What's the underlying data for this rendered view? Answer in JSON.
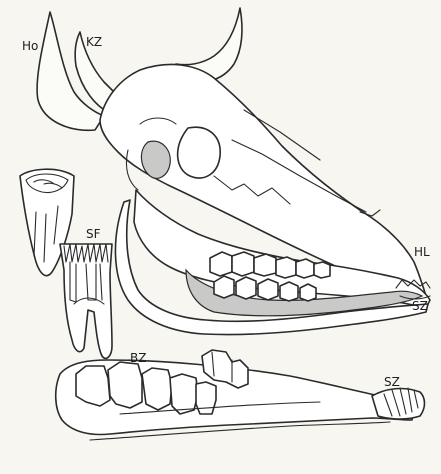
{
  "labels": {
    "ho": "Ho",
    "kz": "KZ",
    "hl": "HL",
    "sz_upper": "SZ",
    "sf": "SF",
    "bz": "BZ",
    "sz_lower": "SZ"
  }
}
